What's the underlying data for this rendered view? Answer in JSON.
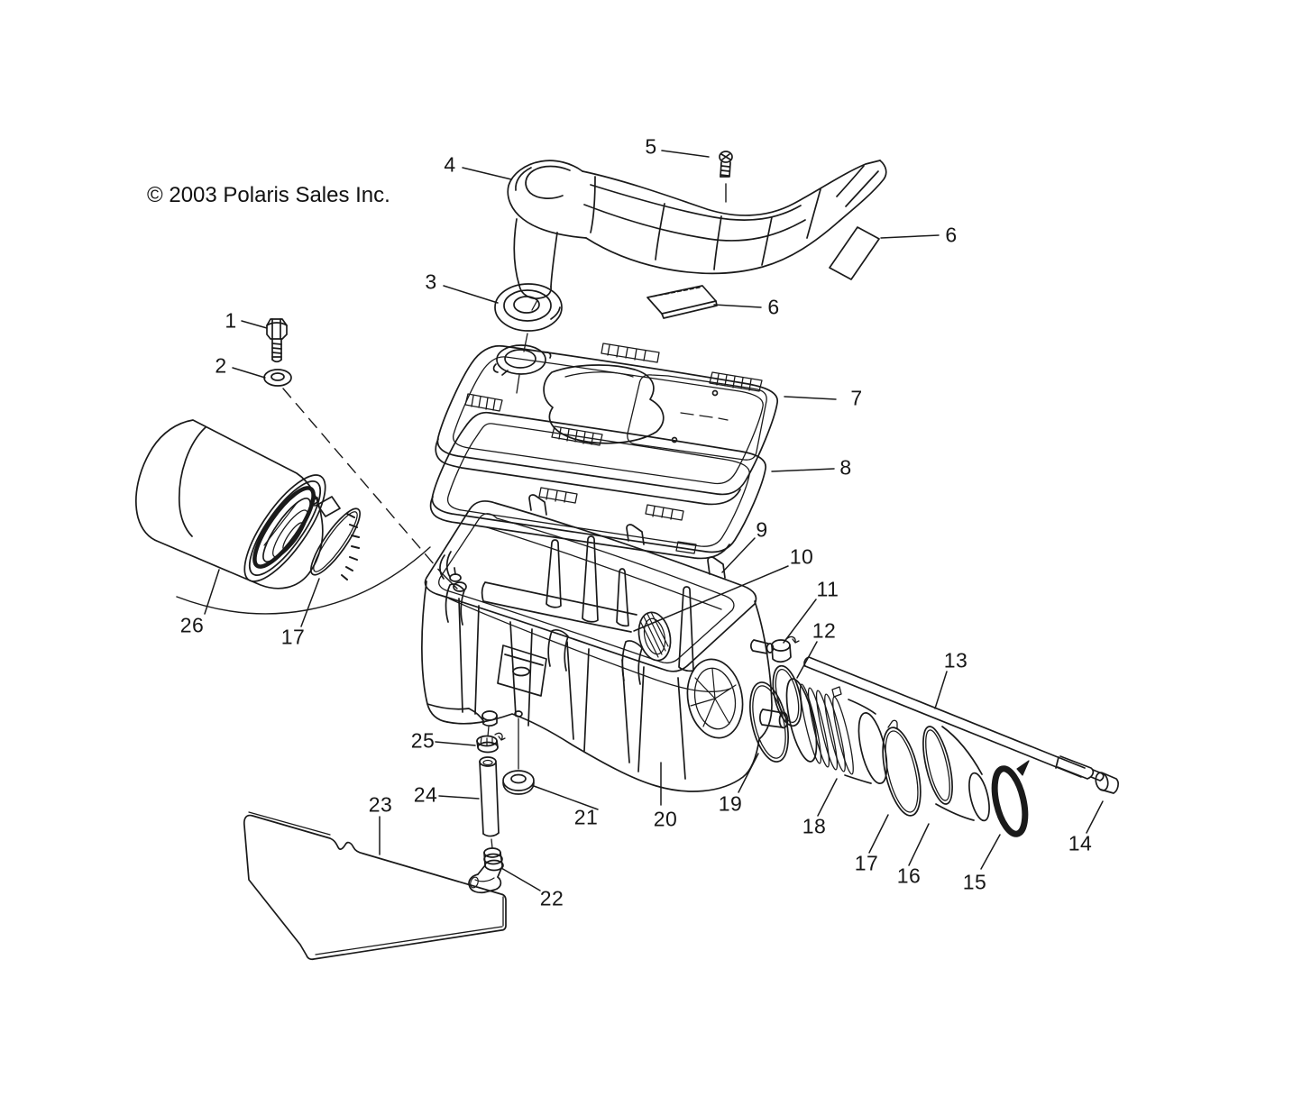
{
  "copyright": "© 2003 Polaris Sales Inc.",
  "colors": {
    "background": "#ffffff",
    "ink": "#1a1a1a"
  },
  "diagram": {
    "type": "exploded-parts-diagram",
    "subject": "air box assembly",
    "callouts": [
      {
        "label": "1"
      },
      {
        "label": "2"
      },
      {
        "label": "3"
      },
      {
        "label": "4"
      },
      {
        "label": "5"
      },
      {
        "label": "6"
      },
      {
        "label": "6"
      },
      {
        "label": "7"
      },
      {
        "label": "8"
      },
      {
        "label": "9"
      },
      {
        "label": "10"
      },
      {
        "label": "11"
      },
      {
        "label": "12"
      },
      {
        "label": "13"
      },
      {
        "label": "14"
      },
      {
        "label": "15"
      },
      {
        "label": "16"
      },
      {
        "label": "17"
      },
      {
        "label": "18"
      },
      {
        "label": "19"
      },
      {
        "label": "20"
      },
      {
        "label": "21"
      },
      {
        "label": "22"
      },
      {
        "label": "23"
      },
      {
        "label": "24"
      },
      {
        "label": "25"
      },
      {
        "label": "26"
      },
      {
        "label": "17"
      }
    ]
  }
}
